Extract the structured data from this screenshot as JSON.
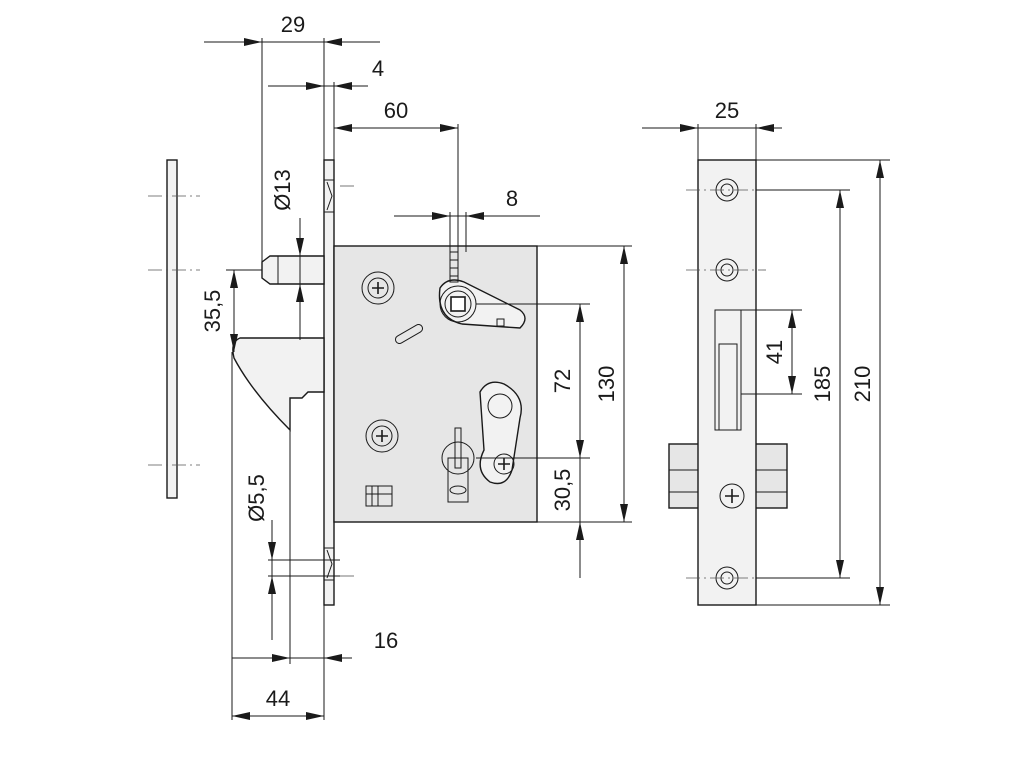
{
  "dimensions": {
    "d29": "29",
    "d4": "4",
    "d60": "60",
    "d8": "8",
    "d13": "Ø13",
    "d35_5": "35,5",
    "d5_5": "Ø5,5",
    "d16": "16",
    "d44": "44",
    "d72": "72",
    "d130": "130",
    "d30_5": "30,5",
    "d25": "25",
    "d41": "41",
    "d185": "185",
    "d210": "210"
  },
  "colors": {
    "line": "#1a1a1a",
    "body_fill": "#e6e6e6",
    "faceplate_fill": "#f2f2f2"
  }
}
